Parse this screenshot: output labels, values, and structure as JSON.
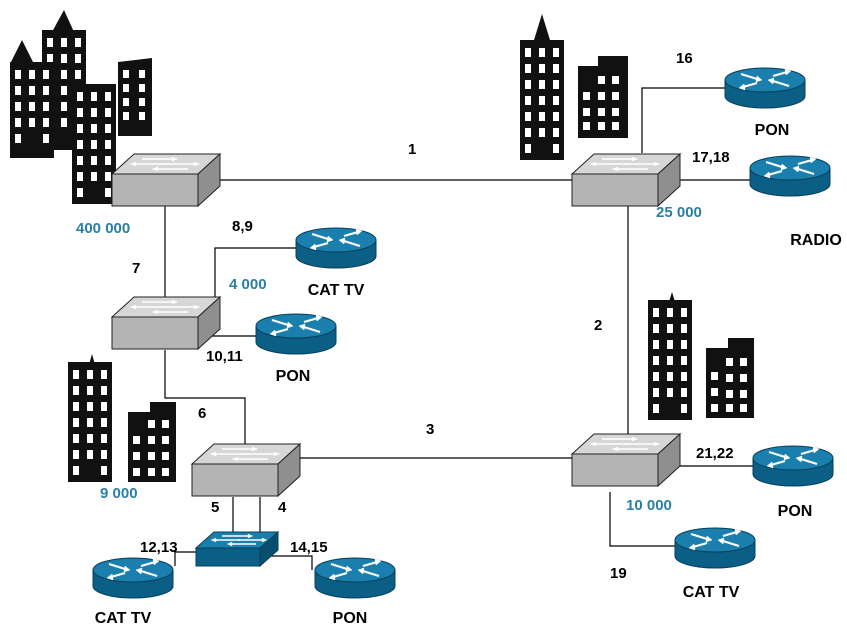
{
  "links": {
    "l1": "1",
    "l2": "2",
    "l3": "3",
    "l4": "4",
    "l5": "5",
    "l6": "6",
    "l7": "7",
    "l8_9": "8,9",
    "l10_11": "10,11",
    "l12_13": "12,13",
    "l14_15": "14,15",
    "l16": "16",
    "l17_18": "17,18",
    "l19": "19",
    "l21_22": "21,22"
  },
  "capacities": {
    "top_left": "400 000",
    "top_right": "25 000",
    "mid_left": "4 000",
    "bottom_left": "9 000",
    "bottom_right": "10 000"
  },
  "devices": {
    "router_cat_tv_mid": "CAT TV",
    "router_pon_mid": "PON",
    "router_pon_top": "PON",
    "router_radio": "RADIO",
    "router_pon_right": "PON",
    "router_cat_tv_right": "CAT TV",
    "router_cat_tv_bottom": "CAT TV",
    "router_pon_bottom": "PON"
  },
  "colors": {
    "capacity_text": "#2a7fa6",
    "router_blue": "#0e6e99",
    "switch_gray": "#b4b4b4",
    "building_black": "#111111"
  },
  "icons": {
    "switch": "network-switch-icon",
    "router": "router-icon",
    "buildings": "city-buildings-icon"
  }
}
